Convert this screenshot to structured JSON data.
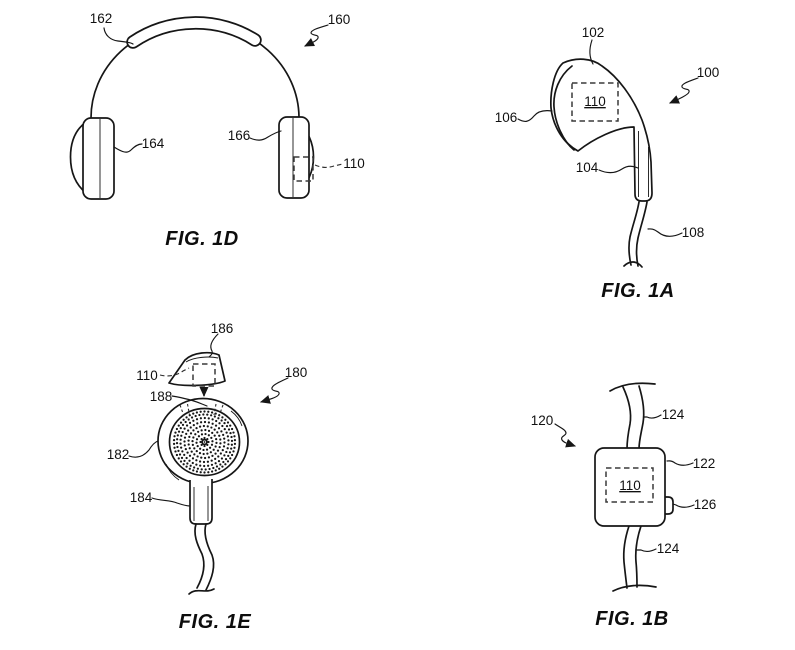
{
  "page": {
    "background": "#ffffff",
    "ink": "#161616",
    "type": "patent-line-drawing"
  },
  "figures": {
    "fig1d": {
      "caption": "FIG. 1D",
      "labels": {
        "headband_pad": "162",
        "assembly": "160",
        "left_earcup": "164",
        "right_earcup": "166",
        "module": "110"
      }
    },
    "fig1a": {
      "caption": "FIG. 1A",
      "labels": {
        "body": "102",
        "assembly": "100",
        "front_face": "106",
        "module": "110",
        "stem": "104",
        "cable": "108"
      }
    },
    "fig1e": {
      "caption": "FIG. 1E",
      "labels": {
        "cap": "186",
        "module": "110",
        "assembly": "180",
        "cap_interface": "188",
        "body": "182",
        "stem": "184"
      }
    },
    "fig1b": {
      "caption": "FIG. 1B",
      "labels": {
        "assembly": "120",
        "strap_top": "124",
        "body": "122",
        "module": "110",
        "button": "126",
        "strap_bottom": "124"
      }
    }
  }
}
